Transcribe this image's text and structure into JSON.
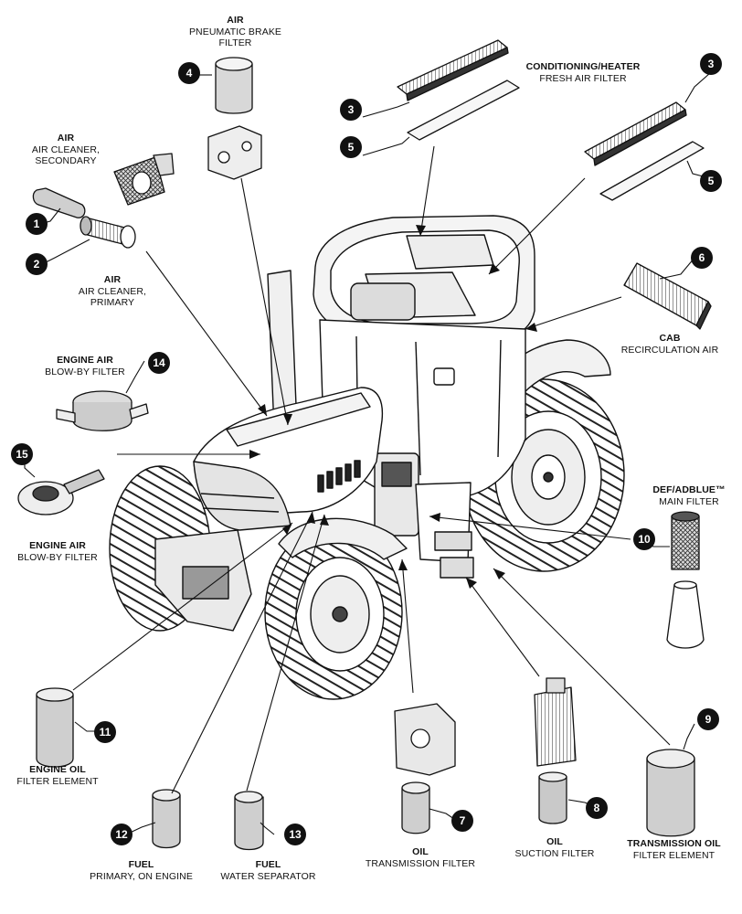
{
  "labels": {
    "air_brake": {
      "title": "AIR",
      "sub": "PNEUMATIC BRAKE\nFILTER"
    },
    "cab_fresh": {
      "title": "CONDITIONING/HEATER",
      "sub": "FRESH AIR FILTER"
    },
    "air_secondary": {
      "title": "AIR",
      "sub": "AIR CLEANER,\nSECONDARY"
    },
    "air_primary": {
      "title": "AIR",
      "sub": "AIR CLEANER,\nPRIMARY"
    },
    "cab_recirc": {
      "title": "CAB",
      "sub": "RECIRCULATION AIR"
    },
    "engine_blowby_14": {
      "title": "ENGINE AIR",
      "sub": "BLOW-BY FILTER"
    },
    "engine_blowby_15": {
      "title": "ENGINE AIR",
      "sub": "BLOW-BY FILTER"
    },
    "def_main": {
      "title": "DEF/ADBLUE™",
      "sub": "MAIN FILTER"
    },
    "engine_oil": {
      "title": "ENGINE OIL",
      "sub": "FILTER ELEMENT"
    },
    "fuel_primary": {
      "title": "FUEL",
      "sub": "PRIMARY, ON ENGINE"
    },
    "fuel_water": {
      "title": "FUEL",
      "sub": "WATER SEPARATOR"
    },
    "oil_trans": {
      "title": "OIL",
      "sub": "TRANSMISSION FILTER"
    },
    "oil_suction": {
      "title": "OIL",
      "sub": "SUCTION FILTER"
    },
    "trans_oil": {
      "title": "TRANSMISSION OIL",
      "sub": "FILTER ELEMENT"
    }
  },
  "badges": {
    "b1": "1",
    "b2": "2",
    "b3a": "3",
    "b3b": "3",
    "b4": "4",
    "b5a": "5",
    "b5b": "5",
    "b6": "6",
    "b7": "7",
    "b8": "8",
    "b9": "9",
    "b10": "10",
    "b11": "11",
    "b12": "12",
    "b13": "13",
    "b14": "14",
    "b15": "15"
  },
  "colors": {
    "ink": "#111111",
    "fill_light": "#e6e6e6",
    "fill_dark": "#555555",
    "paper": "#ffffff"
  }
}
